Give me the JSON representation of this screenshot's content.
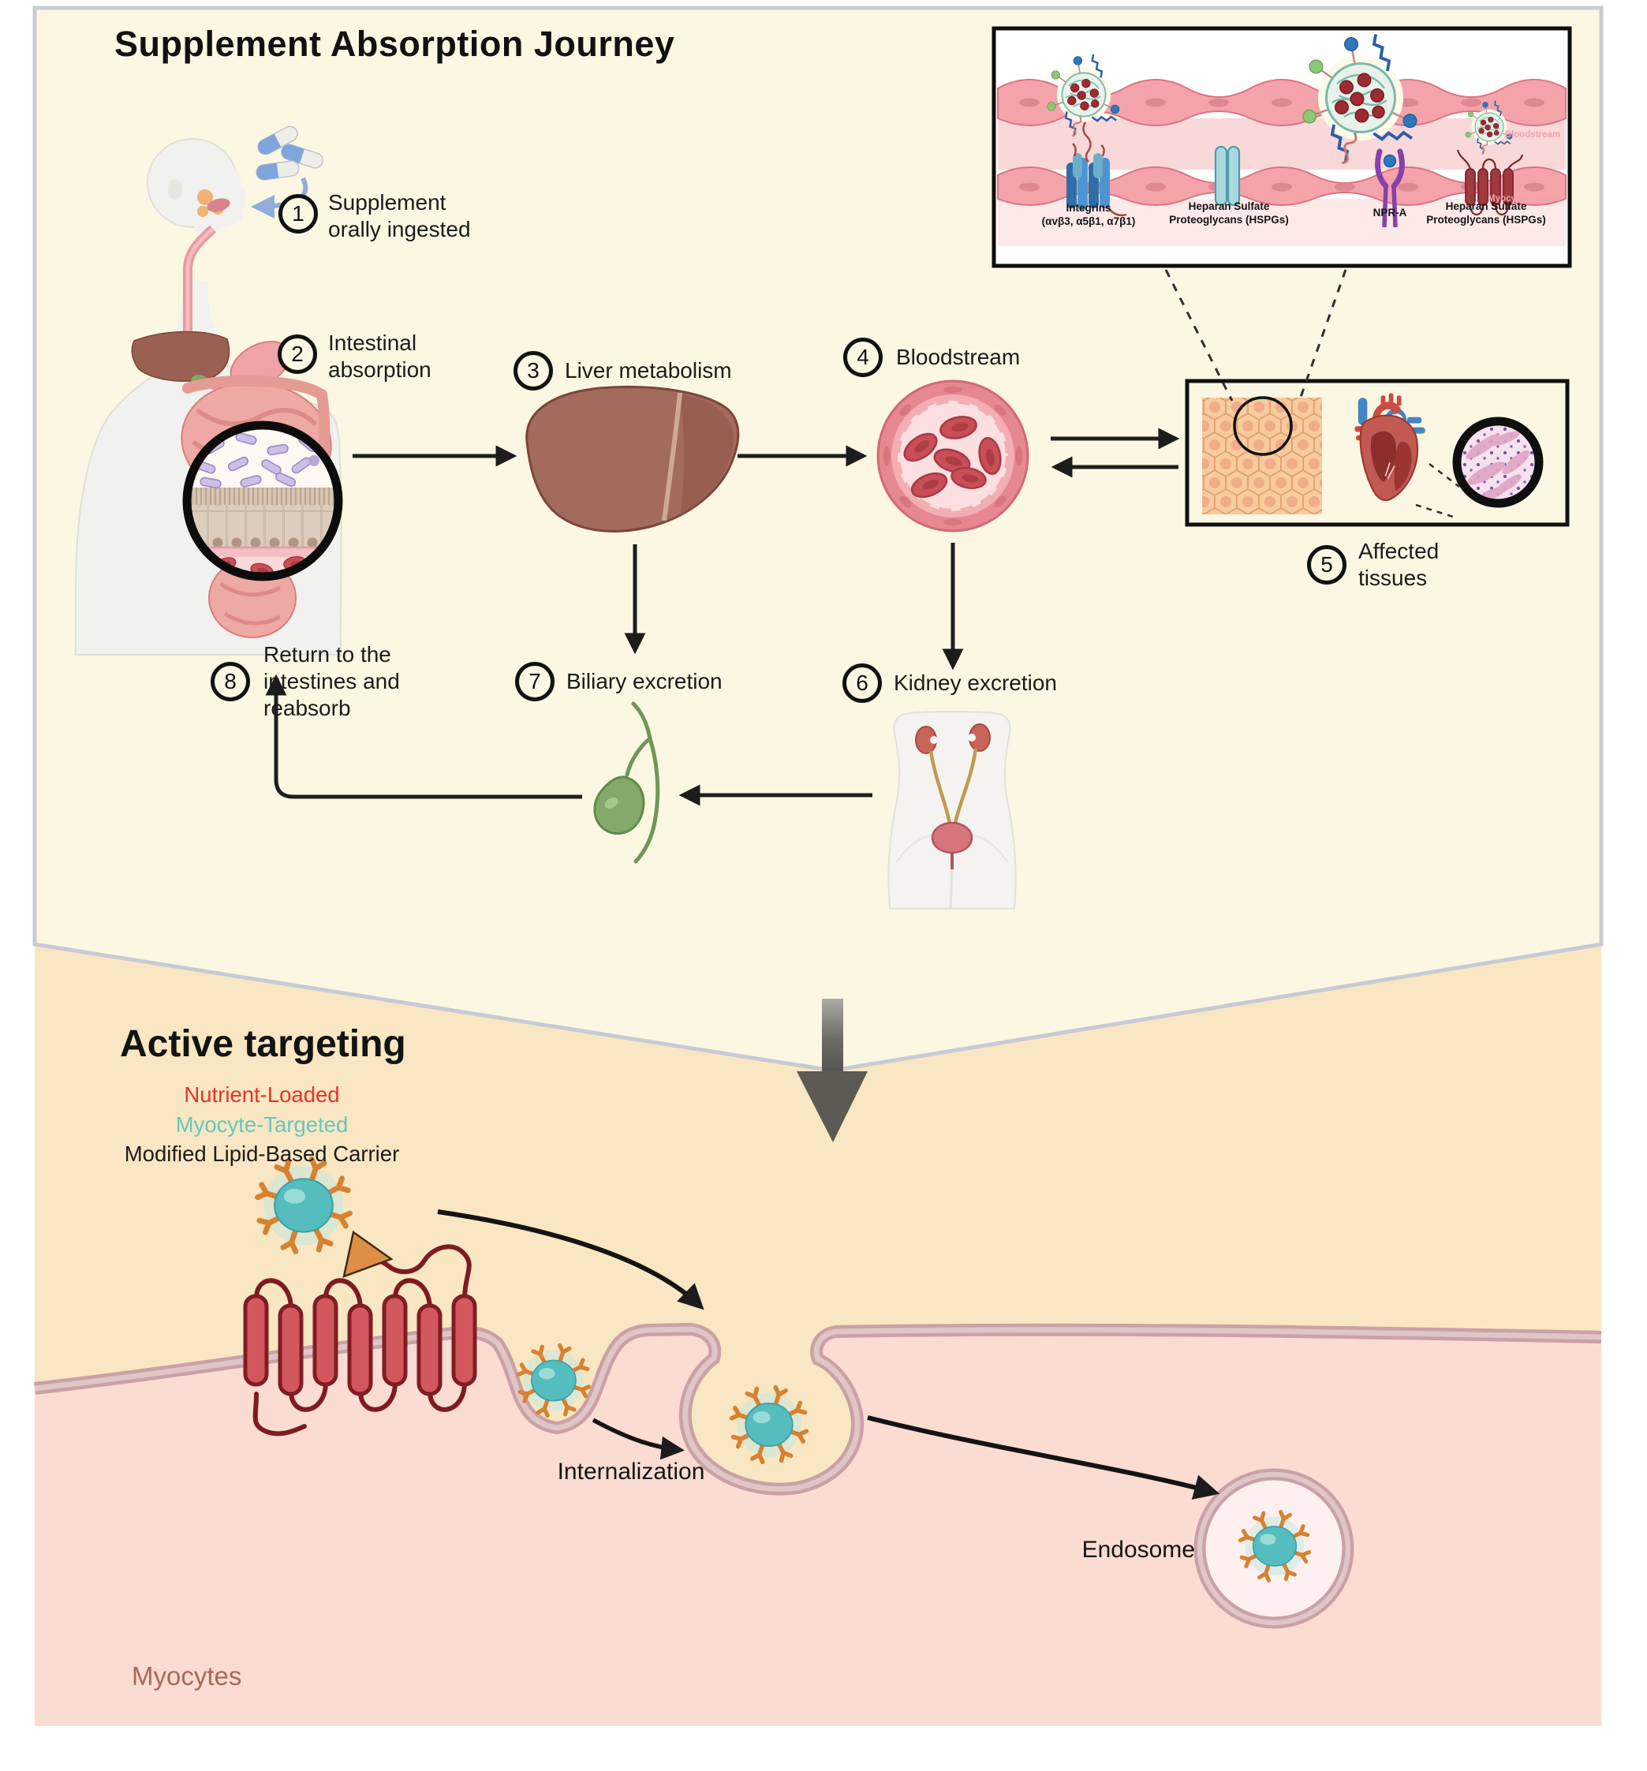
{
  "top": {
    "title": "Supplement Absorption Journey",
    "steps": {
      "s1": {
        "num": "1",
        "label": "Supplement\norally ingested"
      },
      "s2": {
        "num": "2",
        "label": "Intestinal\nabsorption"
      },
      "s3": {
        "num": "3",
        "label": "Liver metabolism"
      },
      "s4": {
        "num": "4",
        "label": "Bloodstream"
      },
      "s5": {
        "num": "5",
        "label": "Affected\ntissues"
      },
      "s6": {
        "num": "6",
        "label": "Kidney excretion"
      },
      "s7": {
        "num": "7",
        "label": "Biliary excretion"
      },
      "s8": {
        "num": "8",
        "label": "Return to the\nintestines and\nreabsorb"
      }
    },
    "inset": {
      "receptors": [
        {
          "label": "Integrins\n(αvβ3, α5β1, α7β1)"
        },
        {
          "label": "Heparan Sulfate\nProteoglycans (HSPGs)"
        },
        {
          "label": "NPR-A"
        },
        {
          "label": "Heparan Sulfate\nProteoglycans (HSPGs)"
        }
      ],
      "zone_labels": {
        "bloodstream": "Bloodstream",
        "myocytes_tissue": "Myocytes Tissue"
      }
    }
  },
  "bottom": {
    "title": "Active targeting",
    "carrier": {
      "line1": "Nutrient-Loaded",
      "line2": "Myocyte-Targeted",
      "line3": "Modified Lipid-Based Carrier"
    },
    "labels": {
      "internalization": "Internalization",
      "endosome": "Endosome",
      "myocytes": "Myocytes"
    }
  },
  "colors": {
    "cream_bg": "#FBF7E2",
    "panel_border_gray": "#C8CBD5",
    "peach_bg": "#F8E7C2",
    "cell_pink": "#FBDCD2",
    "membrane_mauve": "#C9A1A6",
    "nutrient_red": "#E8322A",
    "myocyte_teal": "#67C6BF",
    "carrier_black": "#1b1b1b",
    "myocytes_label": "#A8685A",
    "zone_label_pink": "#EBA3AB",
    "nanoparticle_teal": "#55BDBE",
    "antibody_orange": "#D8812F",
    "receptor_red": "#D2585E",
    "arrow_black": "#1f1f1f",
    "arrow_gray": "#5B5A53"
  }
}
